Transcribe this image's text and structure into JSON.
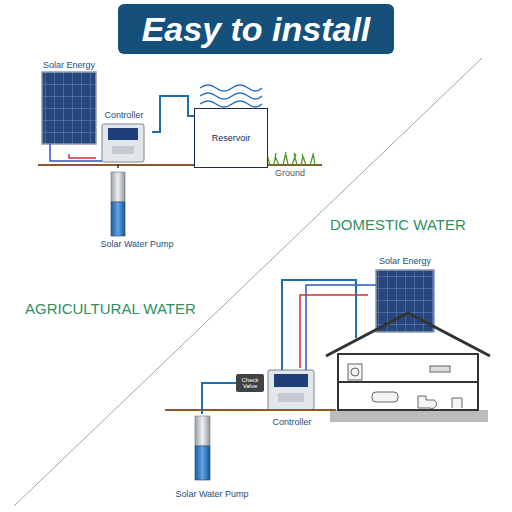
{
  "diagram": {
    "title": "Easy to install",
    "nodes": [
      {
        "text": [
          "Solar Energy"
        ]
      },
      {
        "text": [
          "Controller"
        ]
      },
      {
        "text": [
          "Reservoir"
        ]
      },
      {
        "text": [
          "Solar Water Pump"
        ]
      },
      {
        "text": [
          "Solar Energy"
        ]
      },
      {
        "text": [
          "Check Valve"
        ]
      },
      {
        "text": [
          "Controller"
        ]
      },
      {
        "text": [
          "Solar Water Pump"
        ]
      }
    ],
    "edges": [
      {
        "from": 0,
        "to": 1,
        "arrow": "none"
      },
      {
        "from": 1,
        "to": 2,
        "arrow": "none"
      },
      {
        "from": 3,
        "to": 1,
        "arrow": "none"
      },
      {
        "from": 4,
        "to": 6,
        "arrow": "none"
      },
      {
        "from": 7,
        "to": 5,
        "arrow": "none"
      }
    ],
    "labels": [
      "Ground",
      "DOMESTIC WATER",
      "AGRICULTURAL WATER"
    ]
  }
}
